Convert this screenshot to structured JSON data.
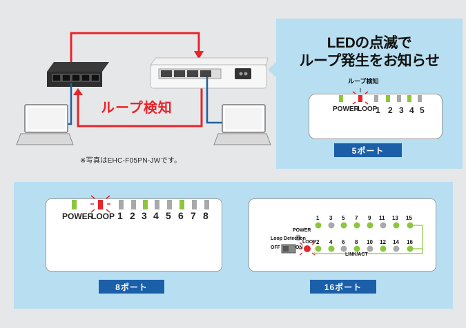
{
  "top_left": {
    "red_label": "ループ検知",
    "caption": "※写真はEHC-F05PN-JWです。"
  },
  "top_right": {
    "title_line1": "LEDの点滅で",
    "title_line2": "ループ発生をお知らせ",
    "pointer_label": "ループ検知",
    "led_labels": [
      "POWER",
      "LOOP",
      "1",
      "2",
      "3",
      "4",
      "5"
    ],
    "port_label": "5ポート"
  },
  "bottom_left": {
    "led_labels": [
      "POWER",
      "LOOP",
      "1",
      "2",
      "3",
      "4",
      "5",
      "6",
      "7",
      "8"
    ],
    "port_label": "8ポート"
  },
  "bottom_right": {
    "top_numbers": [
      "1",
      "3",
      "5",
      "7",
      "9",
      "11",
      "13",
      "15"
    ],
    "bottom_numbers": [
      "2",
      "4",
      "6",
      "8",
      "10",
      "12",
      "14",
      "16"
    ],
    "power_label": "POWER",
    "loop_detection_label": "Loop Detection",
    "off_label": "OFF",
    "on_label": "ON",
    "loop_label": "LOOP",
    "link_act_label": "LINK/ACT",
    "port_label": "16ポート"
  },
  "colors": {
    "panel_bg": "#b8dff1",
    "page_bg": "#e6e7e8",
    "green": "#8cc63f",
    "gray": "#a7a9ac",
    "red": "#e8232a",
    "label_blue": "#1a5fa8"
  }
}
